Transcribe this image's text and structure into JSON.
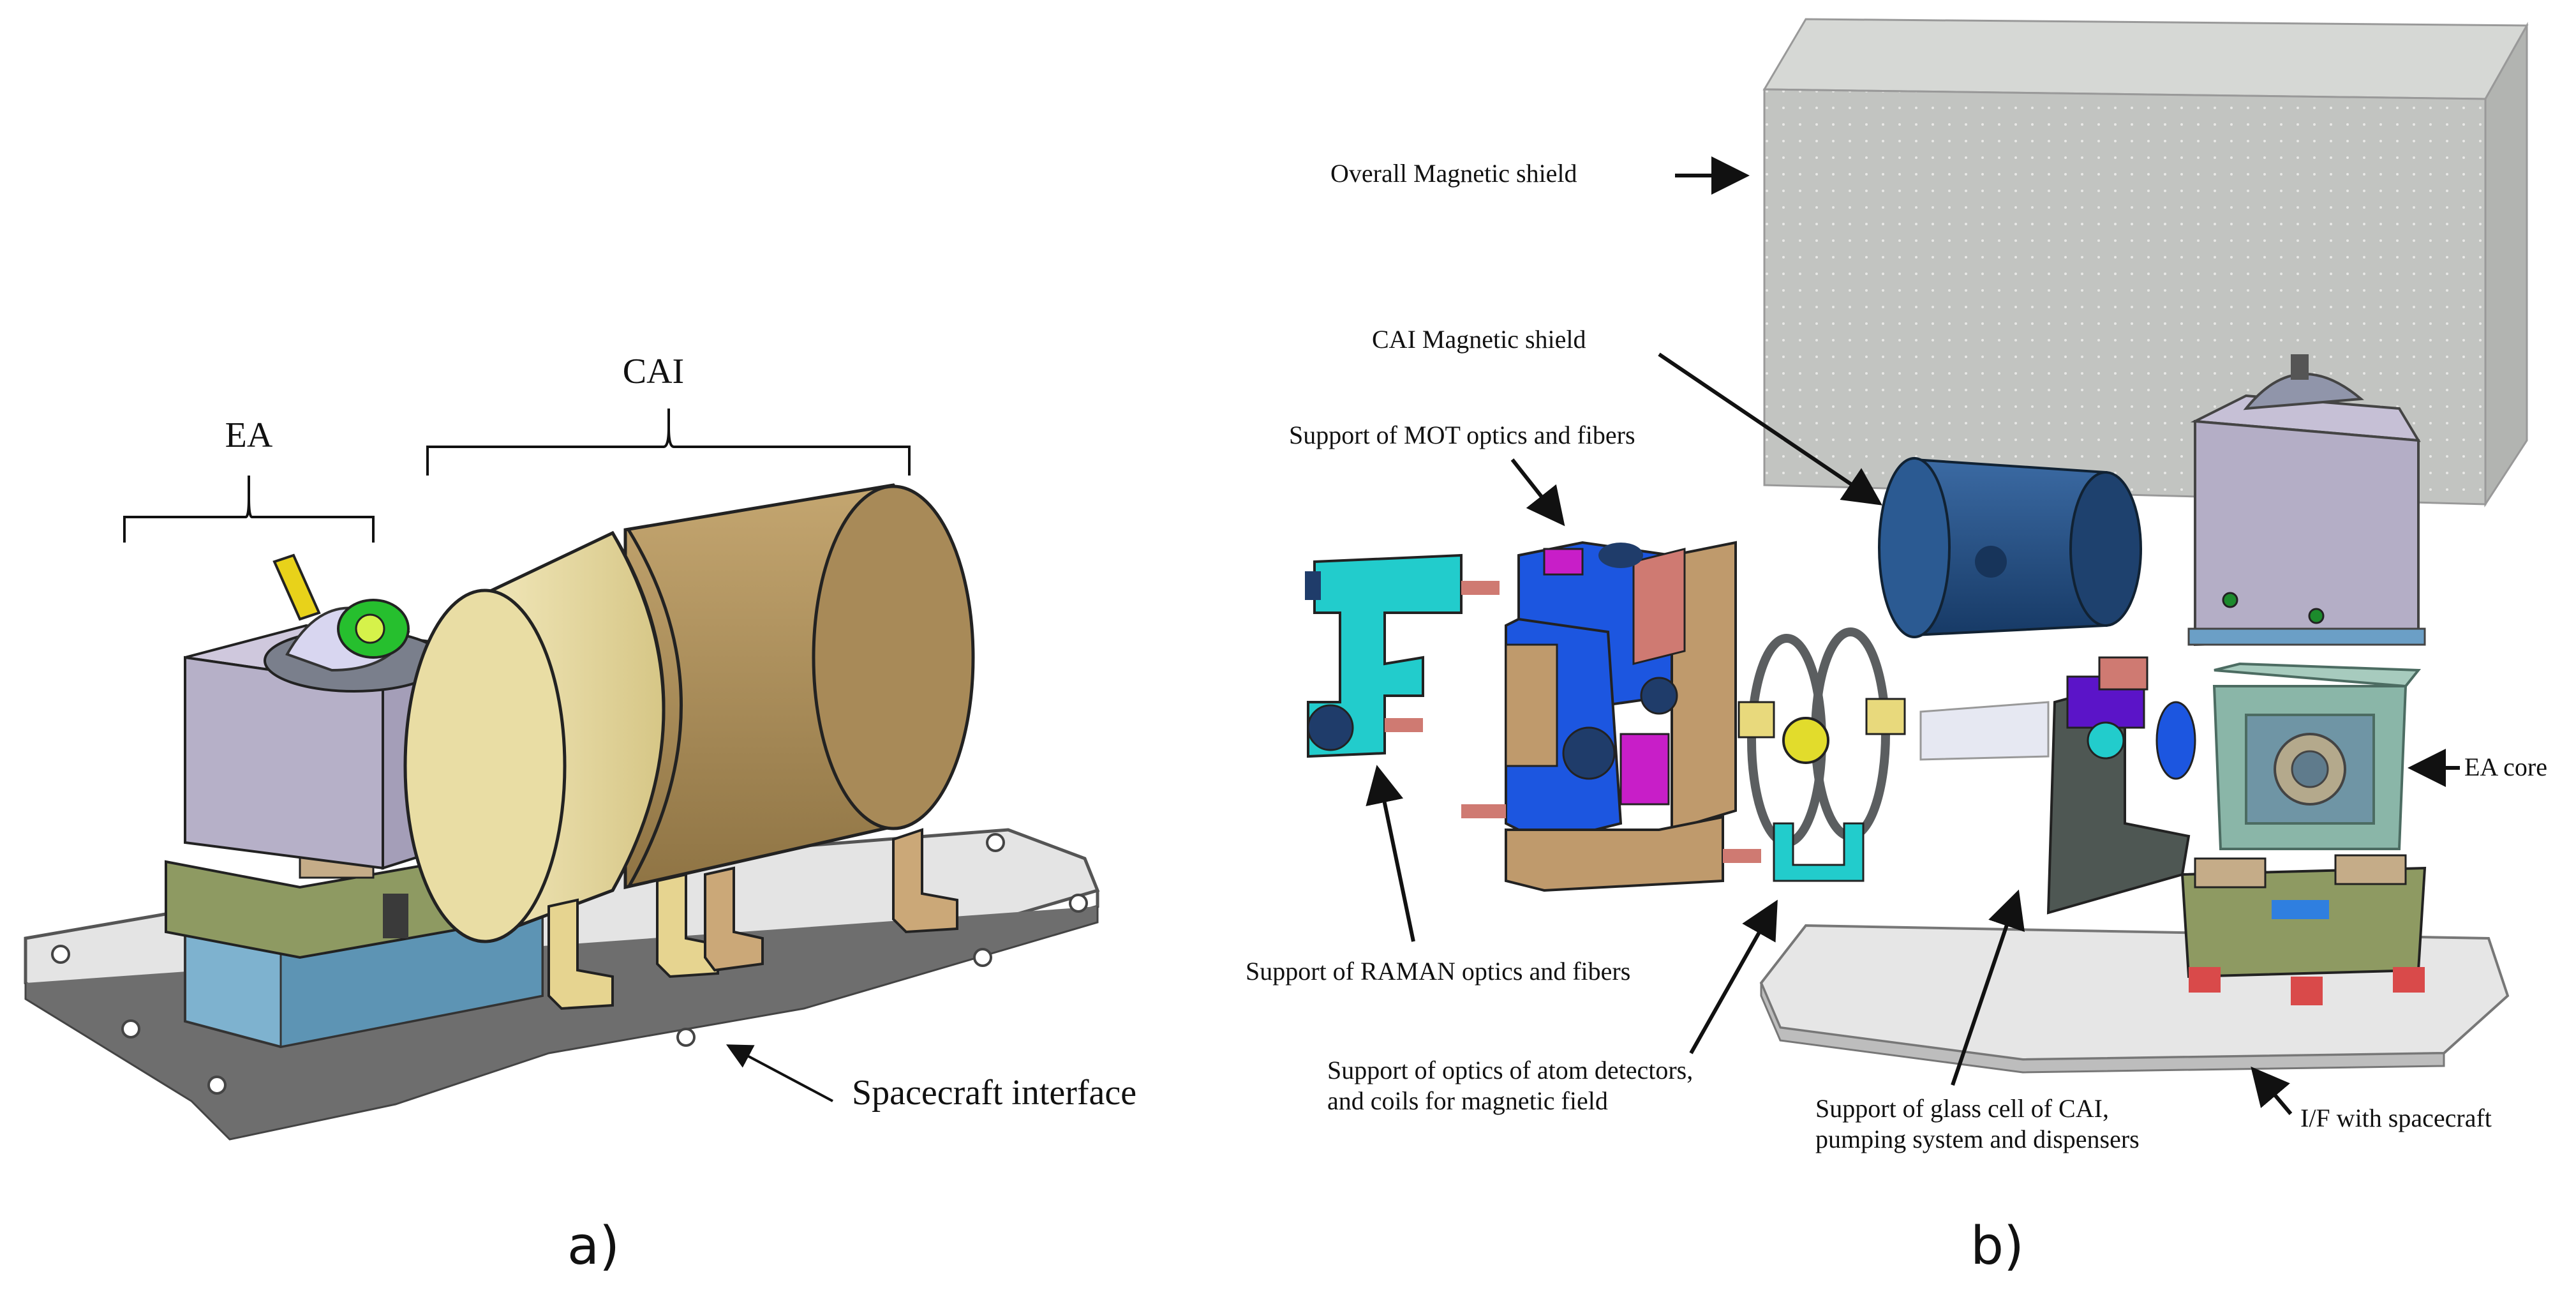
{
  "panel_a": {
    "caption": "a)",
    "labels": {
      "ea": "EA",
      "cai": "CAI",
      "spacecraft_interface": "Spacecraft interface"
    }
  },
  "panel_b": {
    "caption": "b)",
    "labels": {
      "overall_shield": "Overall Magnetic shield",
      "cai_shield": "CAI Magnetic shield",
      "mot_support": "Support of MOT optics and fibers",
      "raman_support": "Support of RAMAN optics and fibers",
      "atom_det_line1": "Support of optics of atom detectors,",
      "atom_det_line2": "and coils for magnetic field",
      "glass_cell_line1": "Support of glass cell of CAI,",
      "glass_cell_line2": "pumping system and dispensers",
      "ea_core": "EA core",
      "if_spacecraft": "I/F with spacecraft"
    }
  },
  "colors": {
    "baseplate": "#e4e4e4",
    "shield_grey": "#c2c4c1",
    "cylinder_light": "#e4d79c",
    "cylinder_dark": "#b0925e",
    "ea_box": "#b6b0c8",
    "ea_base_blue": "#7eb2cf",
    "cyan_part": "#22cccc",
    "blue_part": "#1c56e0",
    "tan_part": "#bf9a6c",
    "navy_shield": "#244f86",
    "dark_grey_part": "#4e5753",
    "core_teal": "#8ab6a8",
    "magenta_part": "#c81ec8",
    "salmon_part": "#cf7a72"
  }
}
